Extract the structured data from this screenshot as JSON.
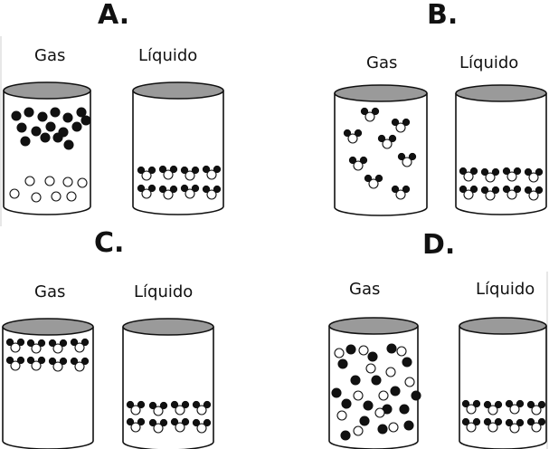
{
  "colors": {
    "lid": "#9a9a9a",
    "outline": "#111111",
    "atom_dark": "#111111",
    "atom_light": "#ffffff"
  },
  "panels": [
    {
      "letter": "A.",
      "containers": [
        {
          "label": "Gas",
          "contents": [
            {
              "kind": "dark-atom",
              "points": [
                [
                  18,
                  128
                ],
                [
                  32,
                  124
                ],
                [
                  47,
                  129
                ],
                [
                  61,
                  124
                ],
                [
                  75,
                  130
                ],
                [
                  90,
                  124
                ],
                [
                  95,
                  133
                ],
                [
                  24,
                  141
                ],
                [
                  40,
                  145
                ],
                [
                  56,
                  140
                ],
                [
                  70,
                  146
                ],
                [
                  85,
                  140
                ],
                [
                  28,
                  156
                ],
                [
                  50,
                  152
                ],
                [
                  76,
                  160
                ],
                [
                  64,
                  152
                ]
              ]
            },
            {
              "kind": "light-atom",
              "points": [
                [
                  33,
                  200
                ],
                [
                  55,
                  200
                ],
                [
                  75,
                  201
                ],
                [
                  91,
                  202
                ],
                [
                  16,
                  214
                ],
                [
                  40,
                  218
                ],
                [
                  62,
                  217
                ],
                [
                  79,
                  217
                ]
              ]
            }
          ]
        },
        {
          "label": "Líquido",
          "contents": [
            {
              "kind": "molecule",
              "points": [
                [
                  162,
                  193
                ],
                [
                  186,
                  192
                ],
                [
                  210,
                  193
                ],
                [
                  234,
                  192
                ],
                [
                  162,
                  213
                ],
                [
                  186,
                  214
                ],
                [
                  210,
                  213
                ],
                [
                  234,
                  214
                ]
              ]
            }
          ]
        }
      ]
    },
    {
      "letter": "B.",
      "containers": [
        {
          "label": "Gas",
          "contents": [
            {
              "kind": "molecule",
              "points": [
                [
                  409,
                  128
                ],
                [
                  443,
                  140
                ],
                [
                  390,
                  152
                ],
                [
                  428,
                  158
                ],
                [
                  450,
                  178
                ],
                [
                  396,
                  182
                ],
                [
                  413,
                  202
                ],
                [
                  443,
                  214
                ]
              ]
            }
          ]
        },
        {
          "label": "Líquido",
          "contents": [
            {
              "kind": "molecule",
              "points": [
                [
                  518,
                  194
                ],
                [
                  542,
                  195
                ],
                [
                  566,
                  194
                ],
                [
                  590,
                  195
                ],
                [
                  518,
                  214
                ],
                [
                  542,
                  215
                ],
                [
                  566,
                  214
                ],
                [
                  590,
                  215
                ]
              ]
            }
          ]
        }
      ]
    },
    {
      "letter": "C.",
      "containers": [
        {
          "label": "Gas",
          "contents": [
            {
              "kind": "molecule",
              "points": [
                [
                  17,
                  383
                ],
                [
                  40,
                  384
                ],
                [
                  64,
                  384
                ],
                [
                  88,
                  383
                ],
                [
                  17,
                  403
                ],
                [
                  40,
                  403
                ],
                [
                  64,
                  404
                ],
                [
                  88,
                  404
                ]
              ]
            }
          ]
        },
        {
          "label": "Líquido",
          "contents": [
            {
              "kind": "molecule",
              "points": [
                [
                  150,
                  452
                ],
                [
                  175,
                  453
                ],
                [
                  199,
                  452
                ],
                [
                  223,
                  452
                ],
                [
                  150,
                  471
                ],
                [
                  175,
                  472
                ],
                [
                  199,
                  471
                ],
                [
                  223,
                  472
                ]
              ]
            }
          ]
        }
      ]
    },
    {
      "letter": "D.",
      "containers": [
        {
          "label": "Gas",
          "contents": [
            {
              "kind": "dark-atom",
              "points": [
                [
                  388,
                  386
                ],
                [
                  433,
                  385
                ],
                [
                  412,
                  394
                ],
                [
                  379,
                  402
                ],
                [
                  450,
                  400
                ],
                [
                  393,
                  420
                ],
                [
                  416,
                  420
                ],
                [
                  372,
                  434
                ],
                [
                  437,
                  432
                ],
                [
                  460,
                  437
                ],
                [
                  383,
                  446
                ],
                [
                  407,
                  448
                ],
                [
                  428,
                  452
                ],
                [
                  447,
                  452
                ],
                [
                  403,
                  465
                ],
                [
                  423,
                  474
                ],
                [
                  452,
                  470
                ],
                [
                  382,
                  481
                ]
              ]
            },
            {
              "kind": "light-atom",
              "points": [
                [
                  375,
                  390
                ],
                [
                  402,
                  387
                ],
                [
                  444,
                  388
                ],
                [
                  410,
                  407
                ],
                [
                  432,
                  411
                ],
                [
                  396,
                  437
                ],
                [
                  453,
                  422
                ],
                [
                  424,
                  437
                ],
                [
                  378,
                  459
                ],
                [
                  420,
                  456
                ],
                [
                  435,
                  472
                ],
                [
                  396,
                  476
                ]
              ]
            }
          ]
        },
        {
          "label": "Líquido",
          "contents": [
            {
              "kind": "molecule",
              "points": [
                [
                  521,
                  451
                ],
                [
                  545,
                  452
                ],
                [
                  569,
                  451
                ],
                [
                  593,
                  452
                ],
                [
                  521,
                  471
                ],
                [
                  545,
                  471
                ],
                [
                  569,
                  472
                ],
                [
                  593,
                  471
                ]
              ]
            }
          ]
        }
      ]
    }
  ]
}
